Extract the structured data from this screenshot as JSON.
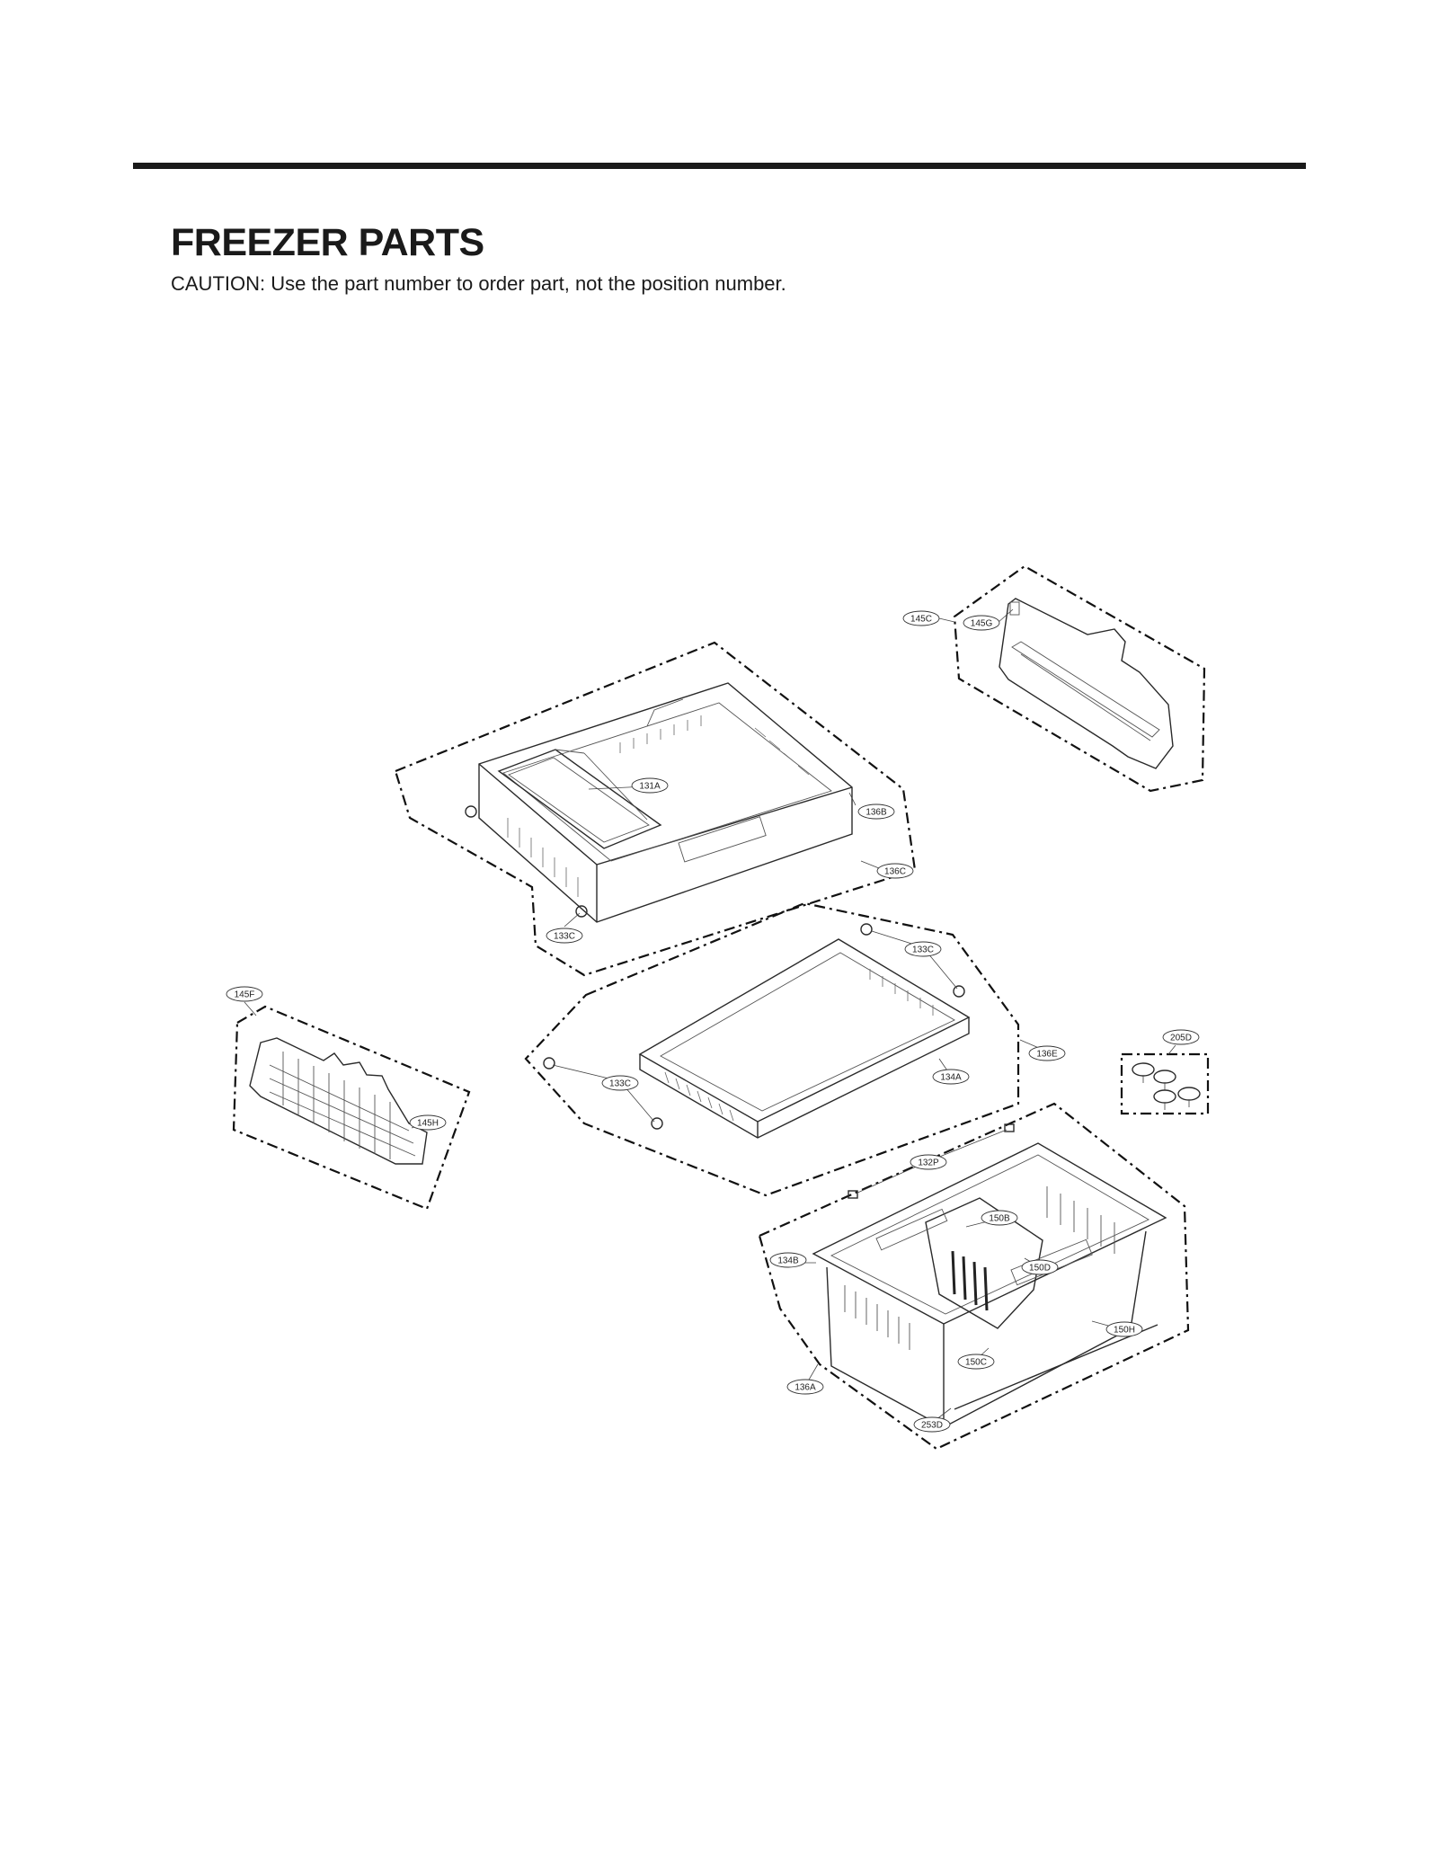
{
  "header": {
    "title": "FREEZER PARTS",
    "caution": "CAUTION: Use the part number to order part, not the position number."
  },
  "diagram": {
    "callouts": [
      {
        "id": "145C",
        "label": "145C"
      },
      {
        "id": "145G",
        "label": "145G"
      },
      {
        "id": "131A",
        "label": "131A"
      },
      {
        "id": "136B",
        "label": "136B"
      },
      {
        "id": "136C",
        "label": "136C"
      },
      {
        "id": "133C-a",
        "label": "133C"
      },
      {
        "id": "133C-b",
        "label": "133C"
      },
      {
        "id": "145F",
        "label": "145F"
      },
      {
        "id": "133C-c",
        "label": "133C"
      },
      {
        "id": "145H",
        "label": "145H"
      },
      {
        "id": "134A",
        "label": "134A"
      },
      {
        "id": "136E",
        "label": "136E"
      },
      {
        "id": "205D",
        "label": "205D"
      },
      {
        "id": "132P",
        "label": "132P"
      },
      {
        "id": "150B",
        "label": "150B"
      },
      {
        "id": "134B",
        "label": "134B"
      },
      {
        "id": "150D",
        "label": "150D"
      },
      {
        "id": "150H",
        "label": "150H"
      },
      {
        "id": "150C",
        "label": "150C"
      },
      {
        "id": "136A",
        "label": "136A"
      },
      {
        "id": "253D",
        "label": "253D"
      }
    ]
  }
}
